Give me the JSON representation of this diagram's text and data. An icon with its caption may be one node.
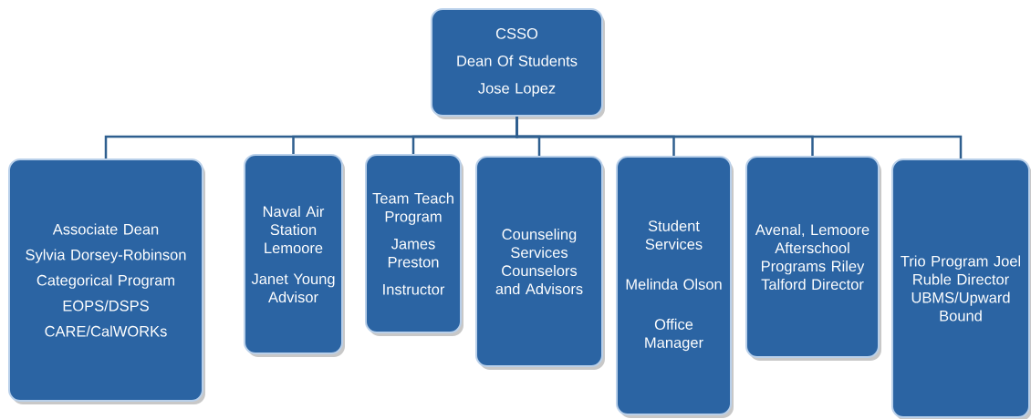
{
  "diagram": {
    "nodes": [
      {
        "text": [
          "CSSO",
          "Dean Of Students",
          "Jose Lopez"
        ]
      },
      {
        "text": [
          "Associate Dean",
          "Sylvia Dorsey-Robinson",
          "Categorical Program",
          "EOPS/DSPS",
          "CARE/CalWORKs"
        ]
      },
      {
        "text": [
          "Naval Air Station Lemoore",
          "Janet Young Advisor"
        ]
      },
      {
        "text": [
          "Team Teach Program",
          "James Preston",
          "Instructor"
        ]
      },
      {
        "text": [
          "Counseling Services Counselors and Advisors"
        ]
      },
      {
        "text": [
          "Student Services",
          "Melinda Olson",
          "Office Manager"
        ]
      },
      {
        "text": [
          "Avenal, Lemoore Afterschool Programs Riley Talford Director"
        ]
      },
      {
        "text": [
          "Trio Program Joel Ruble Director UBMS/Upward Bound"
        ]
      }
    ],
    "edges": [
      {
        "from": 0,
        "to": 1,
        "arrow": "none"
      },
      {
        "from": 0,
        "to": 2,
        "arrow": "none"
      },
      {
        "from": 0,
        "to": 3,
        "arrow": "none"
      },
      {
        "from": 0,
        "to": 4,
        "arrow": "none"
      },
      {
        "from": 0,
        "to": 5,
        "arrow": "none"
      },
      {
        "from": 0,
        "to": 6,
        "arrow": "none"
      },
      {
        "from": 0,
        "to": 7,
        "arrow": "none"
      }
    ]
  }
}
